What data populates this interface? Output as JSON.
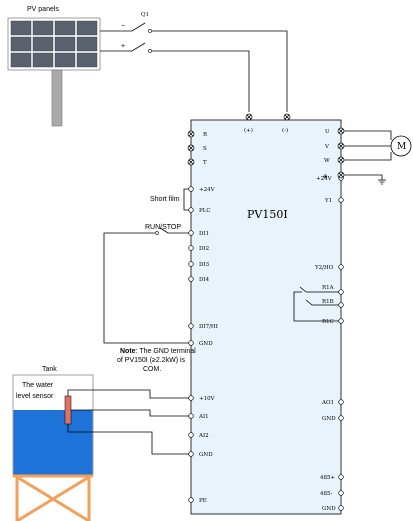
{
  "pv": {
    "label": "PV panels",
    "switch_label": "Q1",
    "minus": "−",
    "plus": "+"
  },
  "drive": {
    "model": "PV150I",
    "colors": {
      "body": "#e8f3fb",
      "water": "#1e73d9",
      "stand": "#f5a05a",
      "sensor": "#e07060"
    },
    "input_terminals": [
      "R",
      "S",
      "T"
    ],
    "top_terminals": [
      "(+)",
      "(-)"
    ],
    "left_control": [
      "+24V",
      "PLC",
      "DI1",
      "DI2",
      "DI3",
      "DI4",
      "DI7/HI",
      "GND"
    ],
    "left_analog": [
      "+10V",
      "AI1",
      "AI2",
      "GND",
      "PE"
    ],
    "right_terminals": [
      "+24V",
      "Y1",
      "Y2/HO",
      "R1A",
      "R1B",
      "R1C",
      "AO1",
      "GND",
      "485+",
      "485-",
      "GND"
    ],
    "output_terminals": [
      "U",
      "V",
      "W",
      "⊕"
    ],
    "motor": "M"
  },
  "labels": {
    "short_film": "Short film",
    "run_stop": "RUN/STOP",
    "note_bold": "Note",
    "note_line1": ": The GND terminal",
    "note_line2": "of PV150I (≥2.2kW) is",
    "note_line3": "COM.",
    "tank": "Tank",
    "sensor_line1": "The water",
    "sensor_line2": "level sensor"
  }
}
